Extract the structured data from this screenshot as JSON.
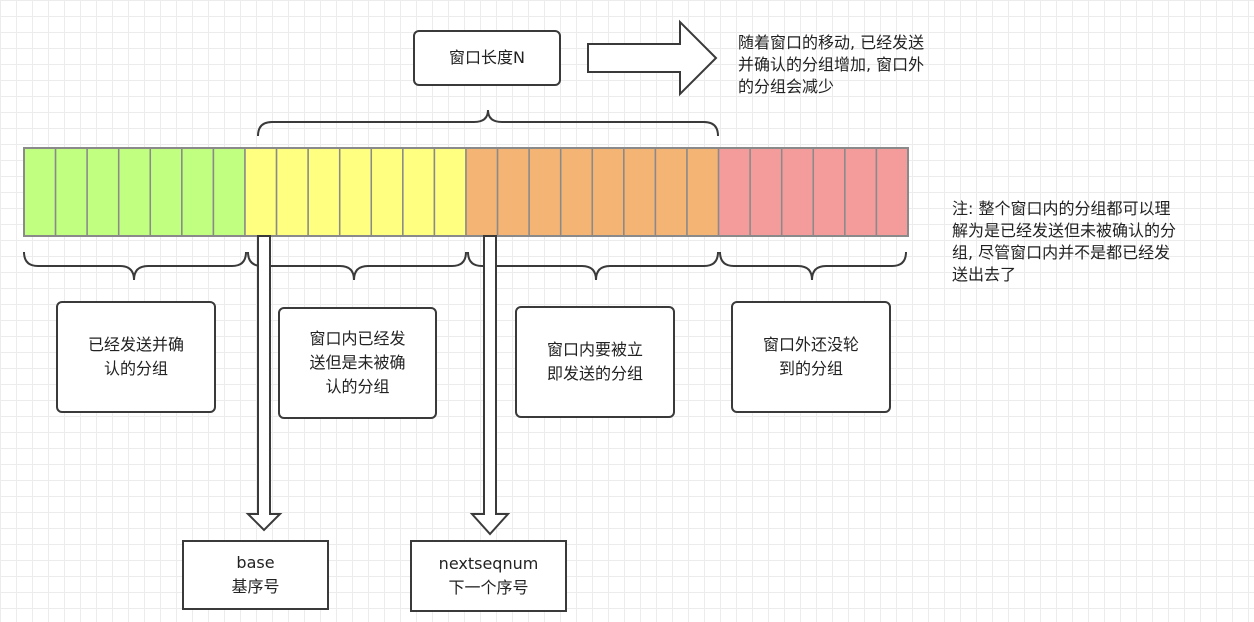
{
  "window_title": "窗口长度N",
  "arrow_note": "随着窗口的移动, 已经发送\n并确认的分组增加, 窗口外\n的分组会减少",
  "side_note": "注: 整个窗口内的分组都可以理\n解为是已经发送但未被确认的分\n组, 尽管窗口内并不是都已经发\n送出去了",
  "groups": [
    {
      "label": "已经发送并确\n认的分组",
      "cells": 7,
      "color": "#c0ff80"
    },
    {
      "label": "窗口内已经发\n送但是未被确\n认的分组",
      "cells": 7,
      "color": "#ffff80"
    },
    {
      "label": "窗口内要被立\n即发送的分组",
      "cells": 8,
      "color": "#f4b474"
    },
    {
      "label": "窗口外还没轮\n到的分组",
      "cells": 6,
      "color": "#f49c9c"
    }
  ],
  "pointers": {
    "base": "base\n基序号",
    "nextseqnum": "nextseqnum\n下一个序号"
  },
  "colors": {
    "stroke": "#3a3a3a",
    "cell_border": "#8a8a8a"
  }
}
